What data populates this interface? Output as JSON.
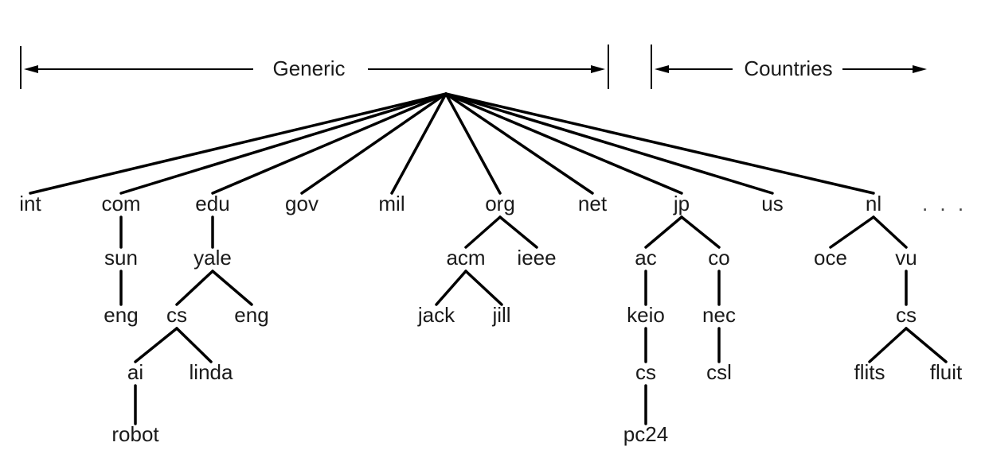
{
  "header": {
    "generic_label": "Generic",
    "countries_label": "Countries"
  },
  "ellipsis": ". . .",
  "tree": {
    "root": "",
    "children": [
      {
        "label": "int"
      },
      {
        "label": "com",
        "children": [
          {
            "label": "sun",
            "children": [
              {
                "label": "eng"
              }
            ]
          }
        ]
      },
      {
        "label": "edu",
        "children": [
          {
            "label": "yale",
            "children": [
              {
                "label": "cs",
                "children": [
                  {
                    "label": "ai",
                    "children": [
                      {
                        "label": "robot"
                      }
                    ]
                  },
                  {
                    "label": "linda"
                  }
                ]
              },
              {
                "label": "eng"
              }
            ]
          }
        ]
      },
      {
        "label": "gov"
      },
      {
        "label": "mil"
      },
      {
        "label": "org",
        "children": [
          {
            "label": "acm",
            "children": [
              {
                "label": "jack"
              },
              {
                "label": "jill"
              }
            ]
          },
          {
            "label": "ieee"
          }
        ]
      },
      {
        "label": "net"
      },
      {
        "label": "jp",
        "children": [
          {
            "label": "ac",
            "children": [
              {
                "label": "keio",
                "children": [
                  {
                    "label": "cs",
                    "children": [
                      {
                        "label": "pc24"
                      }
                    ]
                  }
                ]
              }
            ]
          },
          {
            "label": "co",
            "children": [
              {
                "label": "nec",
                "children": [
                  {
                    "label": "csl"
                  }
                ]
              }
            ]
          }
        ]
      },
      {
        "label": "us"
      },
      {
        "label": "nl",
        "children": [
          {
            "label": "oce"
          },
          {
            "label": "vu",
            "children": [
              {
                "label": "cs",
                "children": [
                  {
                    "label": "flits"
                  },
                  {
                    "label": "fluit"
                  }
                ]
              }
            ]
          }
        ]
      }
    ]
  }
}
